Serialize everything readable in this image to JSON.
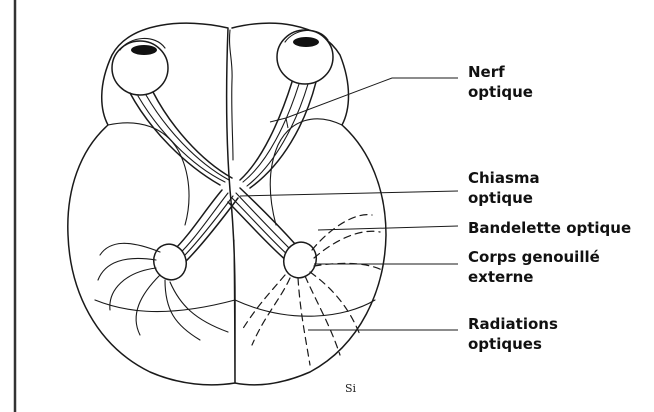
{
  "labels": {
    "nerf": [
      "Nerf",
      "optique"
    ],
    "chiasma": [
      "Chiasma",
      "optique"
    ],
    "bandelette": "Bandelette optique",
    "corps": [
      "Corps genouillé",
      "externe"
    ],
    "radiations": [
      "Radiations",
      "optiques"
    ]
  },
  "signature": "Si"
}
